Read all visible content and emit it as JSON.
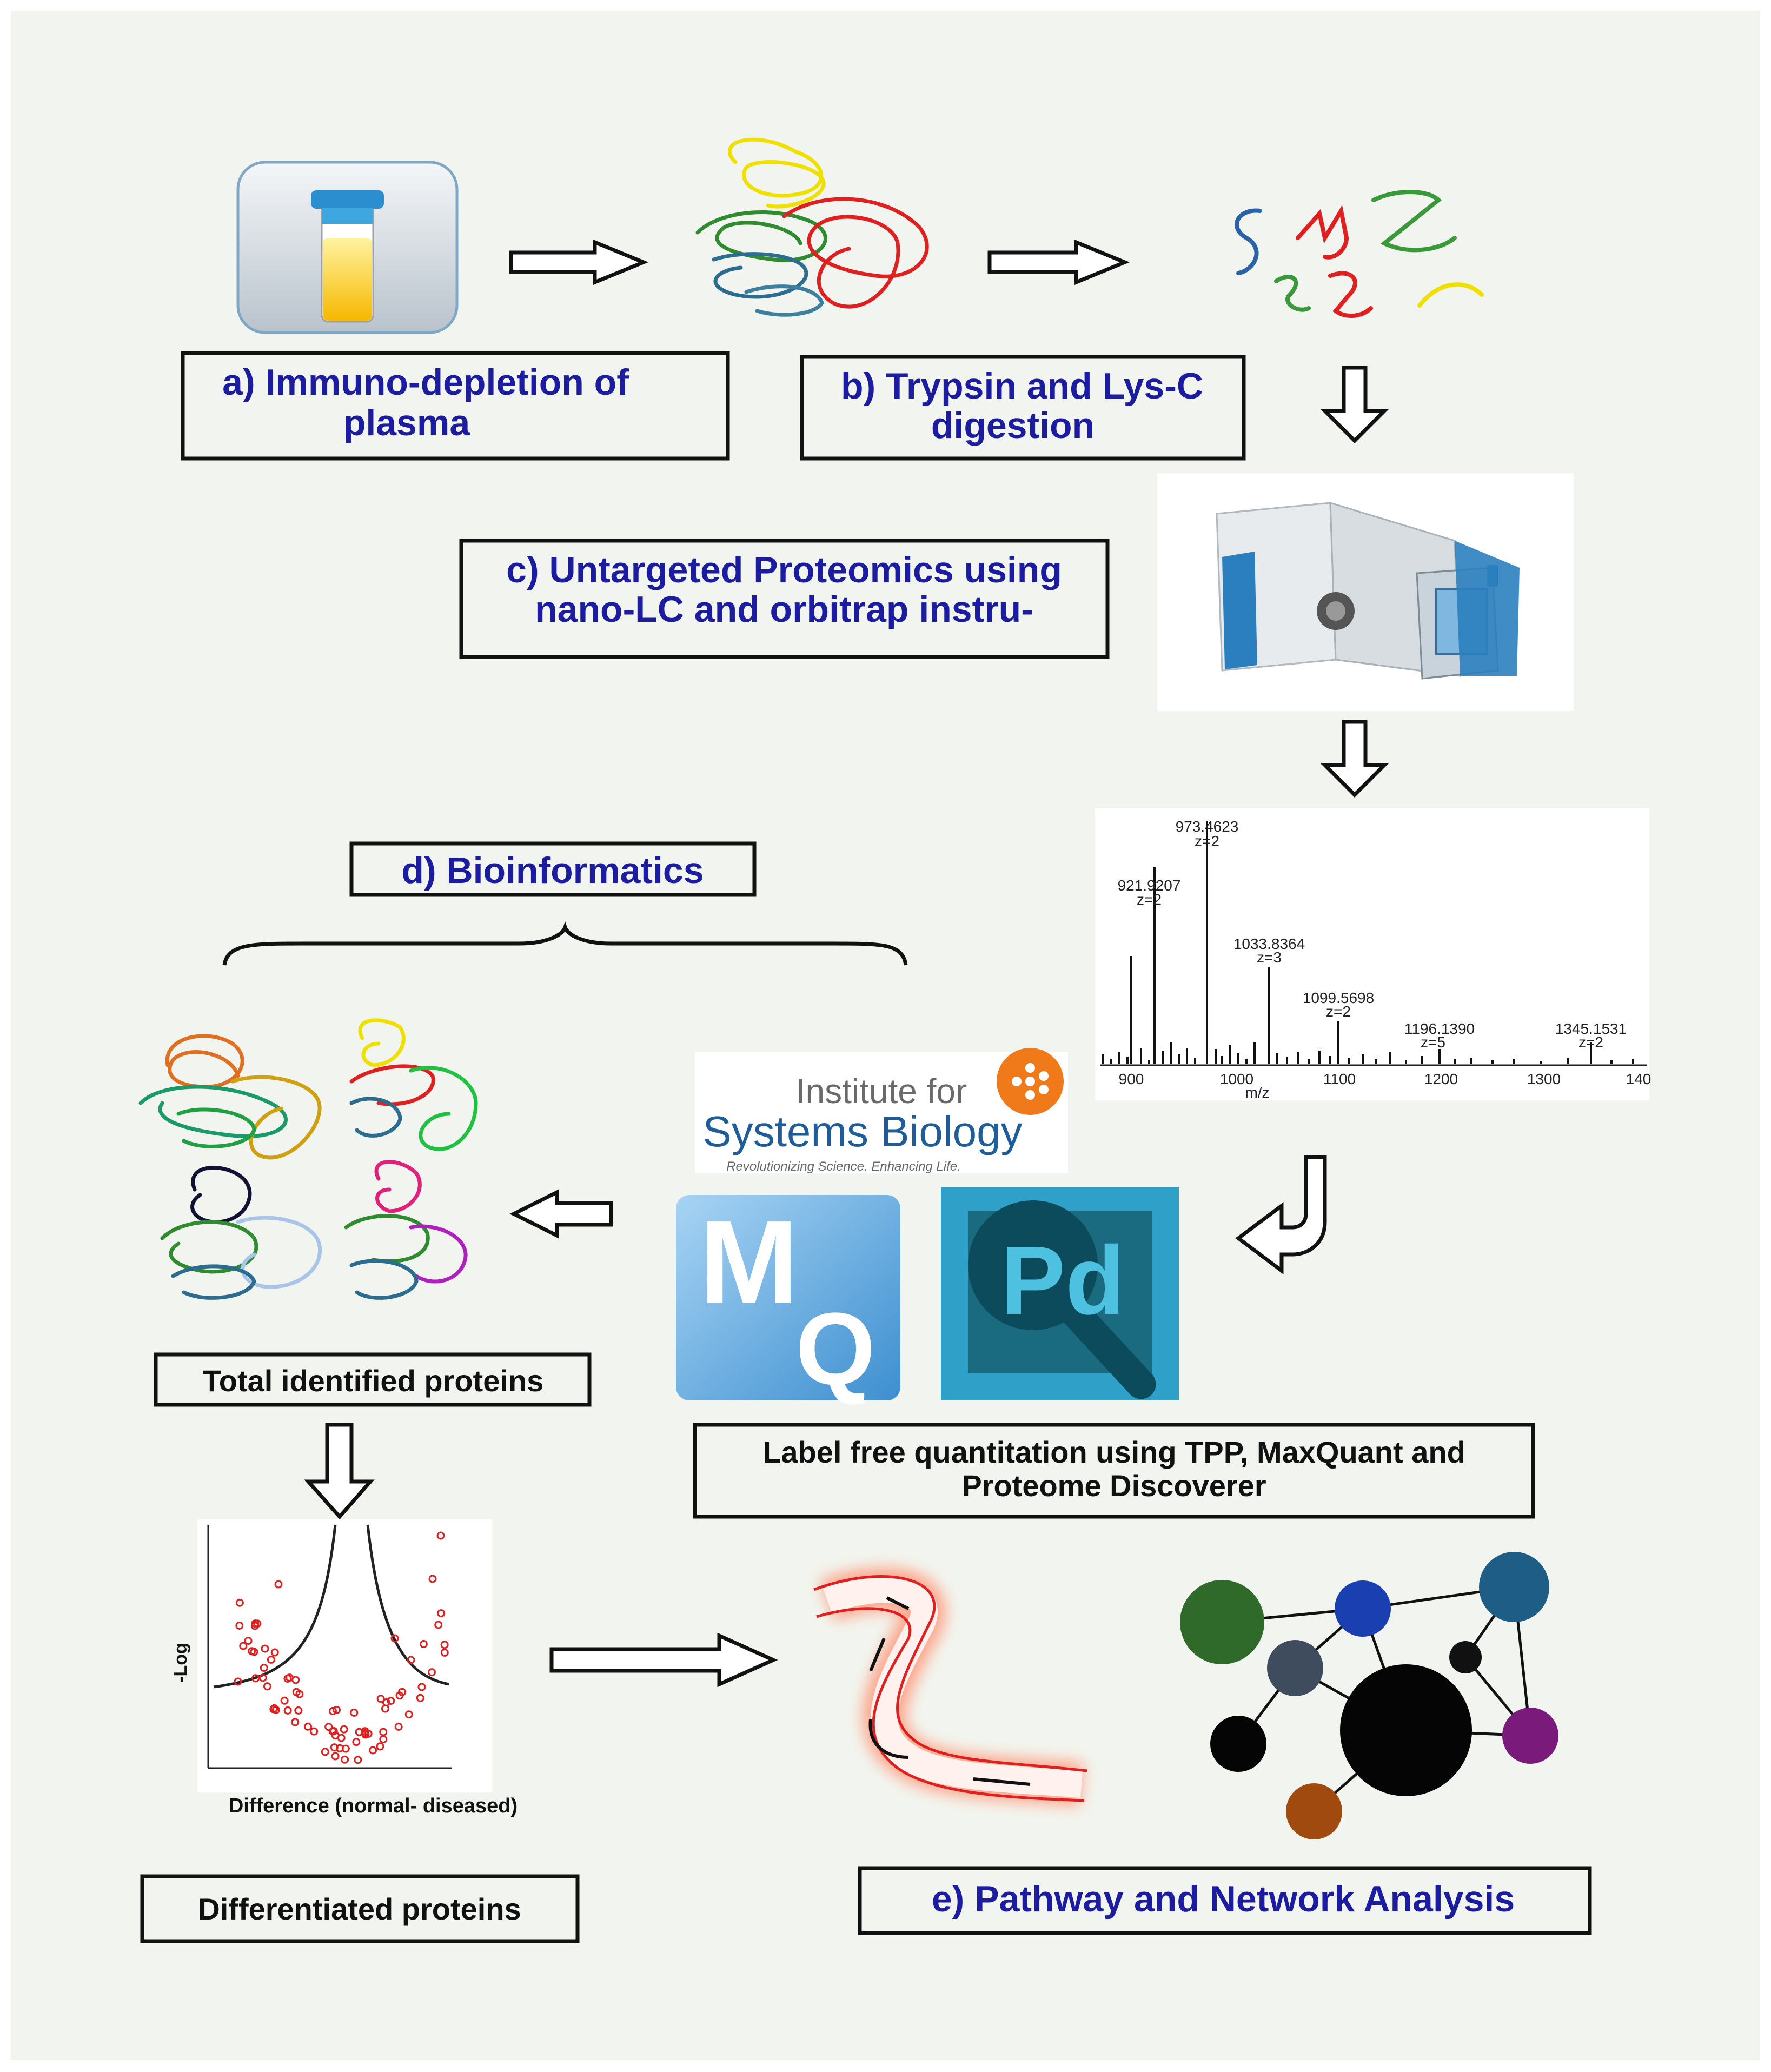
{
  "colors": {
    "background": "#f2f5ef",
    "label_blue": "#1c1ca0",
    "outline": "#111111"
  },
  "steps": {
    "a": {
      "line1": "a) Immuno-depletion of",
      "line2": "plasma"
    },
    "b": {
      "line1": "b) Trypsin and Lys-C",
      "line2": "digestion"
    },
    "c": {
      "line1": "c) Untargeted Proteomics using",
      "line2": "nano-LC and orbitrap instru-"
    },
    "d": {
      "label": "d) Bioinformatics"
    },
    "e": {
      "label": "e) Pathway and Network Analysis"
    }
  },
  "labels": {
    "total_identified": "Total identified proteins",
    "lfq_line1": "Label free quantitation using TPP, MaxQuant and",
    "lfq_line2": "Proteome Discoverer",
    "differentiated": "Differentiated proteins"
  },
  "spectrum": {
    "peaks": [
      {
        "mz": "973.4623",
        "z": "z=2"
      },
      {
        "mz": "921.9207",
        "z": "z=2"
      },
      {
        "mz": "1033.8364",
        "z": "z=3"
      },
      {
        "mz": "1099.5698",
        "z": "z=2"
      },
      {
        "mz": "1196.1390",
        "z": "z=5"
      },
      {
        "mz": "1345.1531",
        "z": "z=2"
      }
    ],
    "ticks": [
      "900",
      "1000",
      "1100",
      "1200",
      "1300",
      "140"
    ],
    "xlabel": "m/z"
  },
  "logos": {
    "isb_line1": "Institute for",
    "isb_line2": "Systems Biology",
    "isb_tagline": "Revolutionizing Science. Enhancing Life.",
    "mq": "MQ",
    "mq_m": "M",
    "mq_q": "Q",
    "pd": "Pd"
  },
  "volcano": {
    "ylabel": "-Log",
    "xlabel": "Difference (normal- diseased)"
  },
  "icons": [
    "plasma-tube-icon",
    "protein-tangle-icon",
    "peptide-fragments-icon",
    "mass-spectrometer-icon",
    "pathway-icon",
    "network-icon"
  ]
}
